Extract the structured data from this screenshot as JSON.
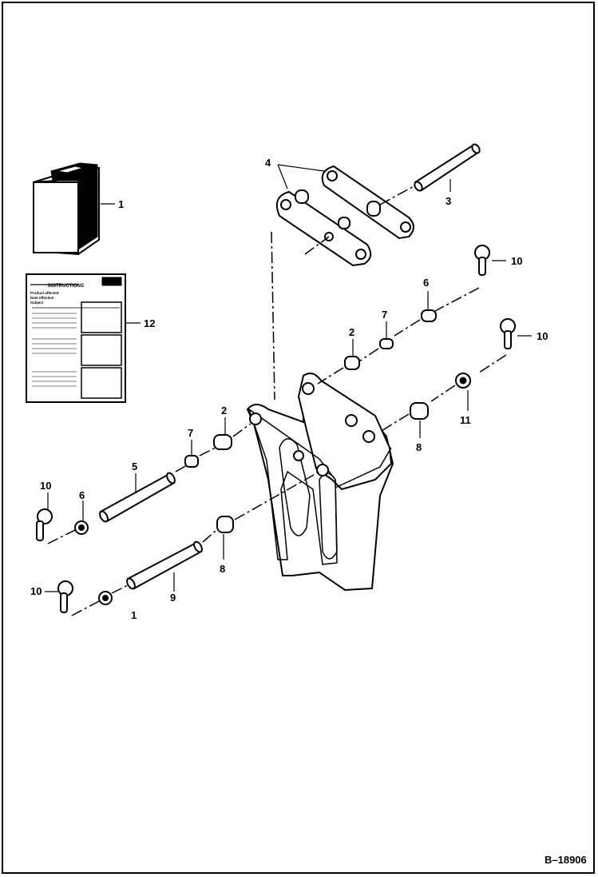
{
  "diagram": {
    "reference_code": "B–18906",
    "instructions_sheet": {
      "header": "INSTRUCTIONS",
      "lines": [
        "Product affected",
        "Date effective",
        "Subject"
      ]
    },
    "callouts": [
      {
        "id": "c1",
        "label": "1"
      },
      {
        "id": "c12",
        "label": "12"
      },
      {
        "id": "c4",
        "label": "4"
      },
      {
        "id": "c3",
        "label": "3"
      },
      {
        "id": "c10a",
        "label": "10"
      },
      {
        "id": "c6a",
        "label": "6"
      },
      {
        "id": "c7a",
        "label": "7"
      },
      {
        "id": "c2a",
        "label": "2"
      },
      {
        "id": "c10b",
        "label": "10"
      },
      {
        "id": "c11",
        "label": "11"
      },
      {
        "id": "c8a",
        "label": "8"
      },
      {
        "id": "c2b",
        "label": "2"
      },
      {
        "id": "c7b",
        "label": "7"
      },
      {
        "id": "c5",
        "label": "5"
      },
      {
        "id": "c10c",
        "label": "10"
      },
      {
        "id": "c6b",
        "label": "6"
      },
      {
        "id": "c8b",
        "label": "8"
      },
      {
        "id": "c9",
        "label": "9"
      },
      {
        "id": "c10d",
        "label": "10"
      },
      {
        "id": "c1b",
        "label": "1"
      }
    ]
  }
}
